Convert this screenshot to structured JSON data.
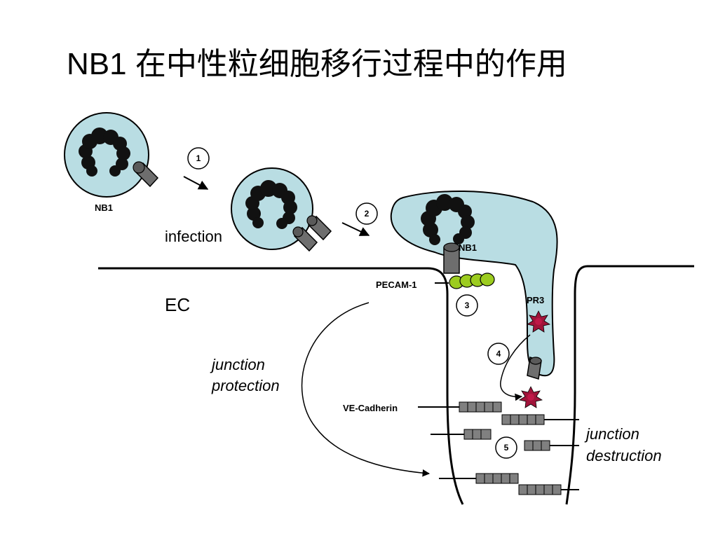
{
  "slide": {
    "title": "NB1 在中性粒细胞移行过程中的作用"
  },
  "labels": {
    "nb1_top": "NB1",
    "nb1_cell": "NB1",
    "infection": "infection",
    "ec": "EC",
    "pecam": "PECAM-1",
    "pr3": "PR3",
    "ve_cadherin": "VE-Cadherin",
    "junction_protection_line1": "junction",
    "junction_protection_line2": "protection",
    "junction_destruction_line1": "junction",
    "junction_destruction_line2": "destruction"
  },
  "steps": {
    "s1": "1",
    "s2": "2",
    "s3": "3",
    "s4": "4",
    "s5": "5"
  },
  "colors": {
    "cell_fill": "#b9dde3",
    "nucleus": "#111111",
    "receptor": "#6e6e6e",
    "pecam": "#9ccc1f",
    "pr3": "#a0143a",
    "cadherin": "#808080"
  }
}
